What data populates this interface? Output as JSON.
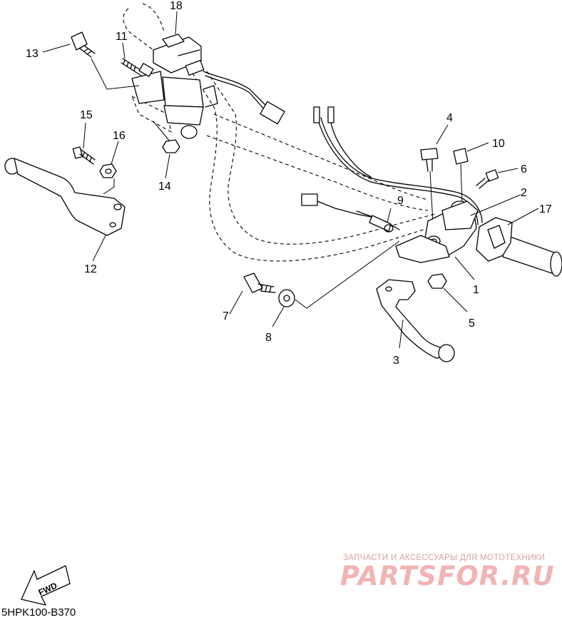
{
  "diagram_code": "5HPK100-B370",
  "fwd_label": "FWD",
  "watermark": {
    "subtitle": "ЗАПЧАСТИ И АКСЕССУАРЫ ДЛЯ МОТОТЕХНИКИ",
    "brand": "PARTSFOR.RU"
  },
  "callouts": {
    "p1": "1",
    "p2": "2",
    "p3": "3",
    "p4": "4",
    "p5": "5",
    "p6": "6",
    "p7": "7",
    "p8": "8",
    "p9": "9",
    "p10": "10",
    "p11": "11",
    "p12": "12",
    "p13": "13",
    "p14": "14",
    "p15": "15",
    "p16": "16",
    "p17": "17",
    "p18": "18"
  }
}
